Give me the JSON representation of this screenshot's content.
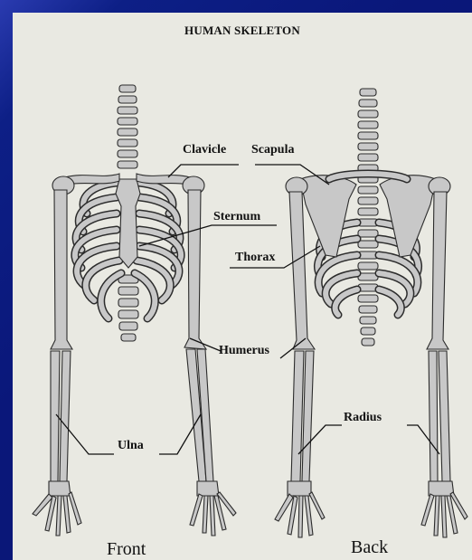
{
  "title": "HUMAN SKELETON",
  "labels": {
    "clavicle": "Clavicle",
    "scapula": "Scapula",
    "sternum": "Sternum",
    "thorax": "Thorax",
    "humerus": "Humerus",
    "radius": "Radius",
    "ulna": "Ulna"
  },
  "views": {
    "front": "Front",
    "back": "Back"
  },
  "colors": {
    "frame": "#0a177a",
    "panel": "#e9e9e2",
    "bone": "#c8c8c8",
    "outline": "#2c2c2c"
  }
}
